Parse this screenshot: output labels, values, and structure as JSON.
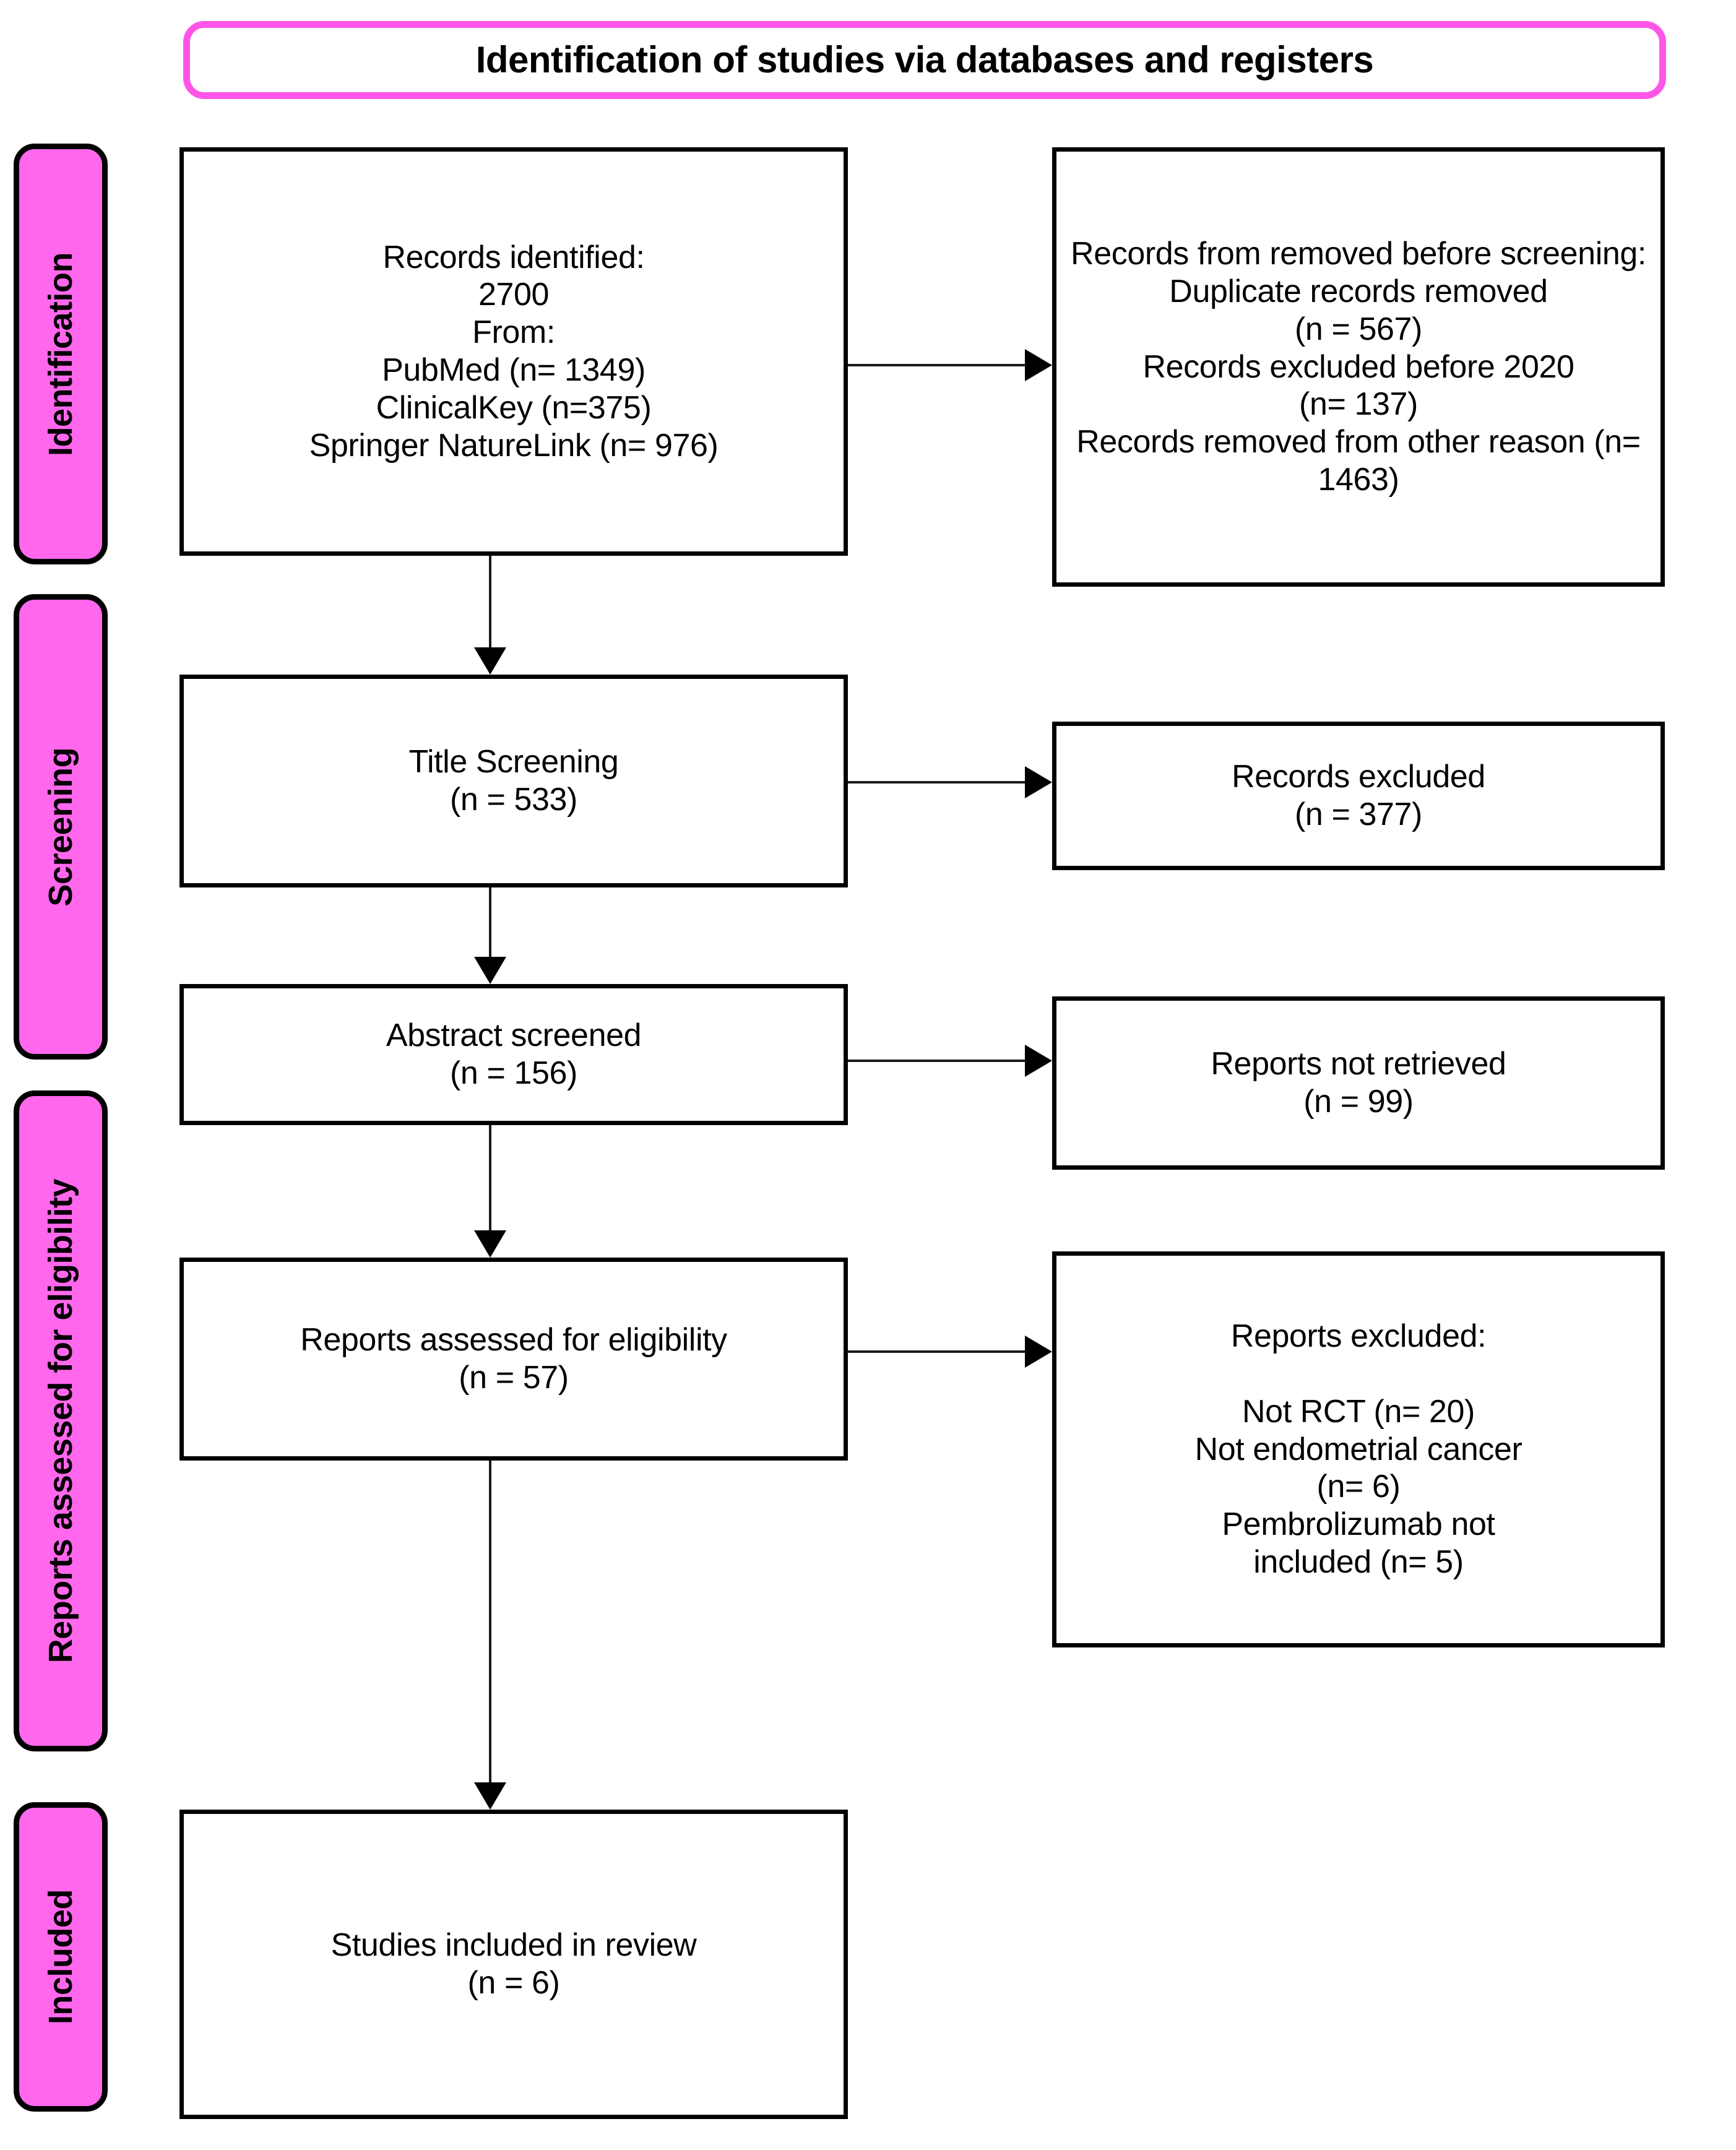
{
  "diagram": {
    "title": "Identification of studies via databases and registers",
    "stages": [
      {
        "label": "Identification"
      },
      {
        "label": "Screening"
      },
      {
        "label": "Reports assessed for eligibility"
      },
      {
        "label": "Included"
      }
    ],
    "boxes": {
      "records_identified": "Records identified:\n2700\nFrom:\nPubMed (n= 1349)\nClinicalKey (n=375)\nSpringer NatureLink (n= 976)",
      "records_removed": "Records from removed before screening:\nDuplicate records removed\n(n = 567)\nRecords excluded before 2020\n(n= 137)\nRecords removed from other reason (n= 1463)",
      "title_screening": "Title Screening\n(n = 533)",
      "records_excluded": "Records excluded\n(n = 377)",
      "abstract_screened": "Abstract screened\n(n = 156)",
      "reports_not_retrieved": "Reports not retrieved\n(n = 99)",
      "reports_assessed": "Reports assessed for eligibility\n(n = 57)",
      "reports_excluded": "Reports excluded:\n\nNot RCT (n= 20)\nNot endometrial cancer\n(n= 6)\nPembrolizumab not\nincluded (n= 5)",
      "studies_included": "Studies included in review\n(n = 6)"
    },
    "colors": {
      "stage_pink": "#ff68ec",
      "title_border_pink": "#ff55e8",
      "box_border": "#000000",
      "connector": "#1a1a1a"
    }
  }
}
